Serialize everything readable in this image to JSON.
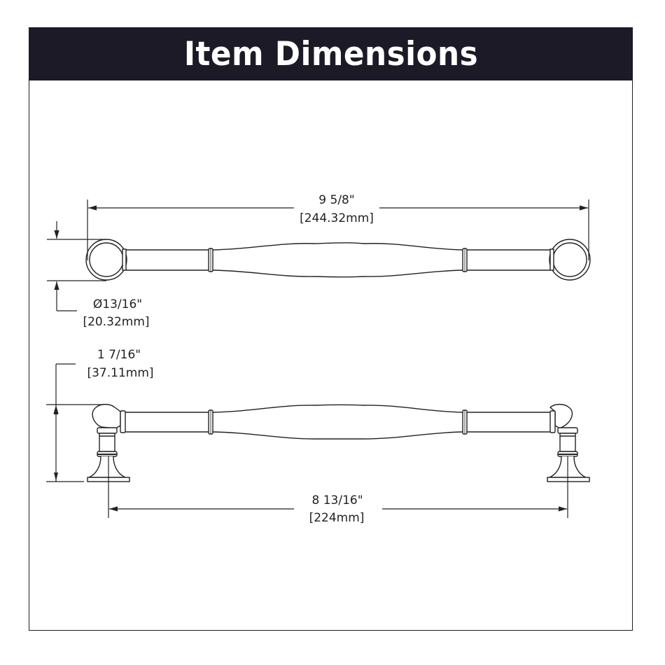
{
  "header": {
    "title": "Item Dimensions"
  },
  "colors": {
    "header_bg": "#1b1a26",
    "header_text": "#ffffff",
    "line": "#222222",
    "background": "#ffffff"
  },
  "dimensions": {
    "overall_length": {
      "imperial": "9 5/8\"",
      "metric": "[244.32mm]"
    },
    "diameter": {
      "imperial": "Ø13/16\"",
      "metric": "[20.32mm]"
    },
    "projection": {
      "imperial": "1 7/16\"",
      "metric": "[37.11mm]"
    },
    "center_to_center": {
      "imperial": "8 13/16\"",
      "metric": "[224mm]"
    }
  },
  "views": {
    "top": "top-view",
    "front": "front-view"
  }
}
